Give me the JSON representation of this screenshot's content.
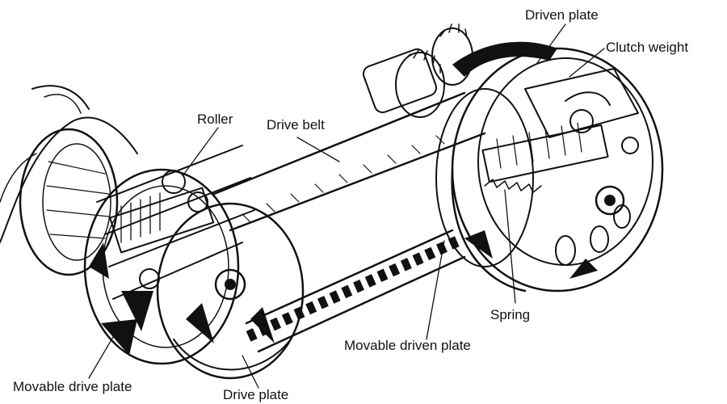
{
  "labels": {
    "driven_plate": "Driven plate",
    "clutch_weight": "Clutch weight",
    "roller": "Roller",
    "drive_belt": "Drive belt",
    "spring": "Spring",
    "movable_driven_plate": "Movable driven plate",
    "movable_drive_plate": "Movable drive plate",
    "drive_plate": "Drive plate"
  }
}
